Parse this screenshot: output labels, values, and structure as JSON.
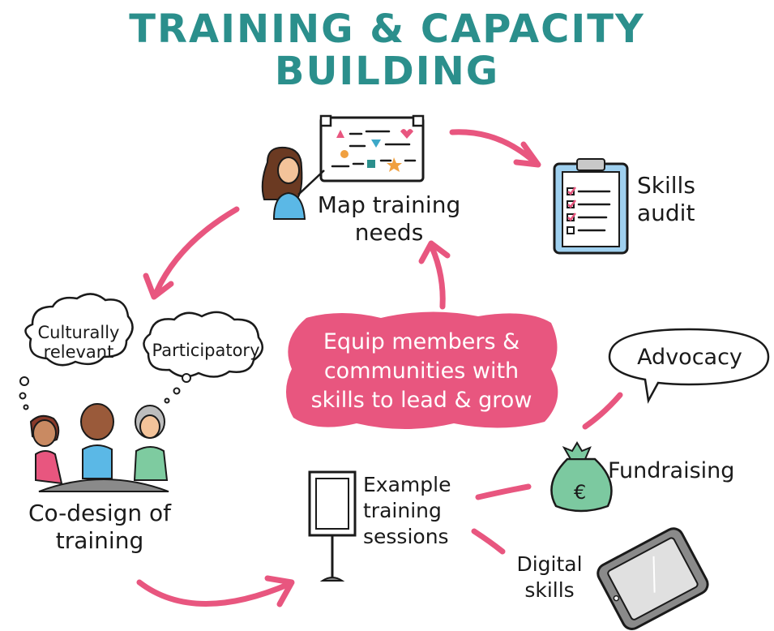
{
  "title": {
    "line1": "TRAINING & CAPACITY",
    "line2": "BUILDING"
  },
  "center": {
    "line1": "Equip members &",
    "line2": "communities with",
    "line3": "skills  to lead & grow"
  },
  "nodes": {
    "map_needs": {
      "line1": "Map training",
      "line2": "needs"
    },
    "skills_audit": {
      "line1": "Skills",
      "line2": "audit"
    },
    "co_design": {
      "line1": "Co-design  of",
      "line2": "training"
    },
    "example_sessions": {
      "line1": "Example",
      "line2": "training",
      "line3": "sessions"
    }
  },
  "thoughts": {
    "culturally": {
      "line1": "Culturally",
      "line2": "relevant"
    },
    "participatory": "Participatory"
  },
  "examples": {
    "advocacy": "Advocacy",
    "fundraising": "Fundraising",
    "digital": {
      "line1": "Digital",
      "line2": "skills"
    }
  },
  "colors": {
    "teal_title": "#2b8f8c",
    "accent_pink": "#e8567f",
    "blob_pink": "#e8567f",
    "clipboard_blue": "#9fd0ef",
    "money_green": "#7cc9a0",
    "shirt_blue": "#5bb8e6",
    "shirt_green": "#7ecba0"
  }
}
